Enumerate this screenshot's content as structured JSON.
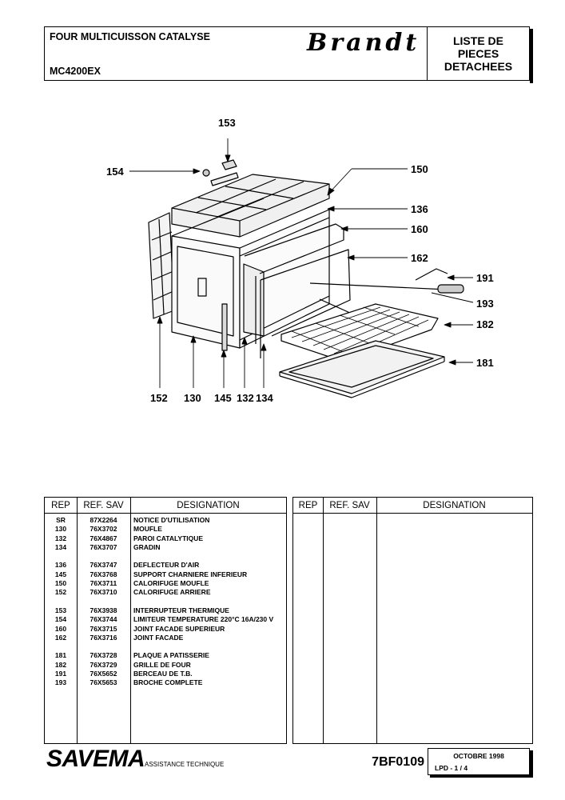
{
  "header": {
    "title": "FOUR MULTICUISSON CATALYSE",
    "model": "MC4200EX",
    "brand": "Brandt",
    "doc_type": [
      "LISTE DE",
      "PIECES",
      "DETACHEES"
    ]
  },
  "callouts": [
    "153",
    "154",
    "150",
    "136",
    "160",
    "162",
    "191",
    "193",
    "182",
    "181",
    "152",
    "130",
    "145",
    "132",
    "134"
  ],
  "table": {
    "headers": {
      "rep": "REP",
      "ref": "REF. SAV",
      "designation": "DESIGNATION"
    },
    "rows": [
      {
        "rep": "SR",
        "ref": "87X2264",
        "designation": "NOTICE D'UTILISATION"
      },
      {
        "rep": "130",
        "ref": "76X3702",
        "designation": "MOUFLE"
      },
      {
        "rep": "132",
        "ref": "76X4867",
        "designation": "PAROI CATALYTIQUE"
      },
      {
        "rep": "134",
        "ref": "76X3707",
        "designation": "GRADIN"
      },
      {
        "rep": "136",
        "ref": "76X3747",
        "designation": "DEFLECTEUR D'AIR"
      },
      {
        "rep": "145",
        "ref": "76X3768",
        "designation": "SUPPORT CHARNIERE INFERIEUR"
      },
      {
        "rep": "150",
        "ref": "76X3711",
        "designation": "CALORIFUGE MOUFLE"
      },
      {
        "rep": "152",
        "ref": "76X3710",
        "designation": "CALORIFUGE ARRIERE"
      },
      {
        "rep": "153",
        "ref": "76X3938",
        "designation": "INTERRUPTEUR THERMIQUE"
      },
      {
        "rep": "154",
        "ref": "76X3744",
        "designation": "LIMITEUR TEMPERATURE 220°C 16A/230 V"
      },
      {
        "rep": "160",
        "ref": "76X3715",
        "designation": "JOINT FACADE SUPERIEUR"
      },
      {
        "rep": "162",
        "ref": "76X3716",
        "designation": "JOINT FACADE"
      },
      {
        "rep": "181",
        "ref": "76X3728",
        "designation": "PLAQUE A PATISSERIE"
      },
      {
        "rep": "182",
        "ref": "76X3729",
        "designation": "GRILLE DE FOUR"
      },
      {
        "rep": "191",
        "ref": "76X5652",
        "designation": "BERCEAU DE T.B."
      },
      {
        "rep": "193",
        "ref": "76X5653",
        "designation": "BROCHE COMPLETE"
      }
    ]
  },
  "footer": {
    "logo": "SAVEMA",
    "subtitle": "ASSISTANCE TECHNIQUE",
    "code": "7BF0109",
    "date": "OCTOBRE 1998",
    "page": "LPD -    1 / 4"
  }
}
